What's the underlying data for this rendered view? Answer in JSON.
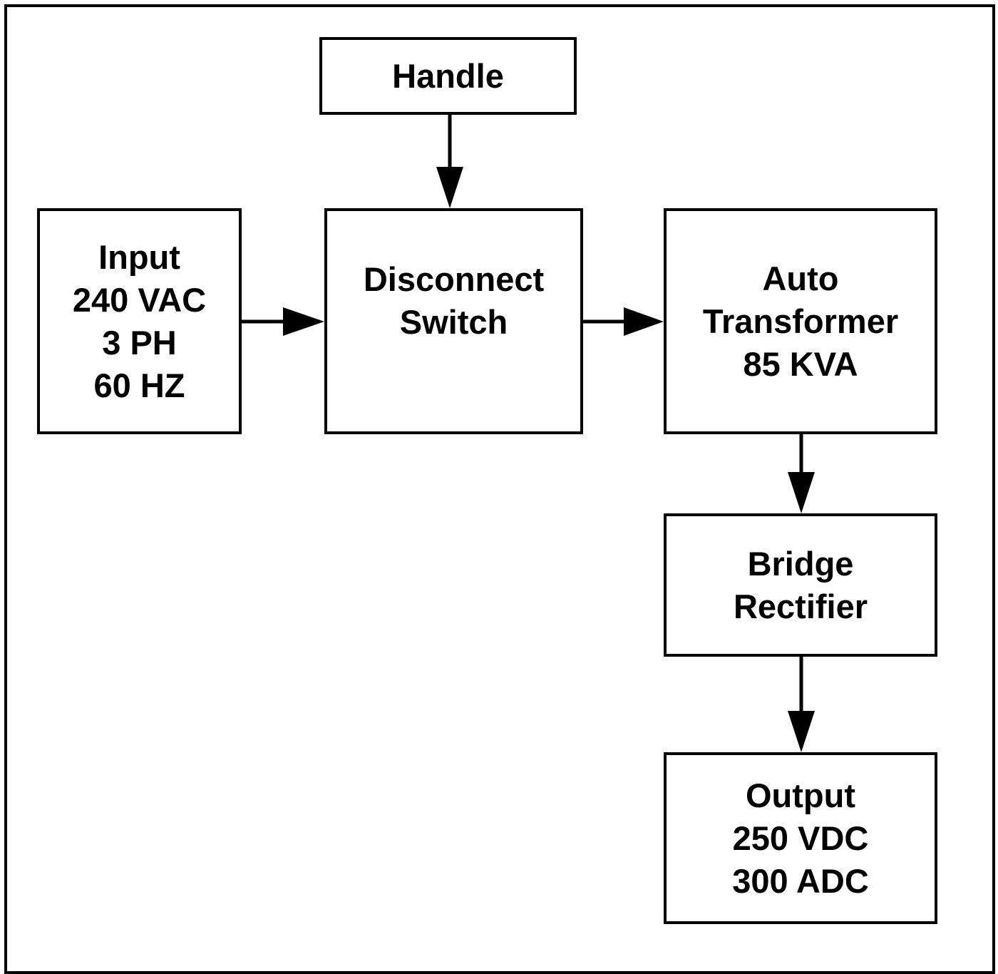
{
  "blocks": {
    "handle": {
      "lines": [
        "Handle"
      ]
    },
    "input": {
      "lines": [
        "Input",
        "240 VAC",
        "3 PH",
        "60 HZ"
      ]
    },
    "disconnect": {
      "lines": [
        "Disconnect",
        "Switch"
      ]
    },
    "auto_transformer": {
      "lines": [
        "Auto",
        "Transformer",
        "85 KVA"
      ]
    },
    "bridge_rectifier": {
      "lines": [
        "Bridge",
        "Rectifier"
      ]
    },
    "output": {
      "lines": [
        "Output",
        "250 VDC",
        "300 ADC"
      ]
    }
  },
  "connections": [
    {
      "from": "handle",
      "to": "disconnect"
    },
    {
      "from": "input",
      "to": "disconnect"
    },
    {
      "from": "disconnect",
      "to": "auto_transformer"
    },
    {
      "from": "auto_transformer",
      "to": "bridge_rectifier"
    },
    {
      "from": "bridge_rectifier",
      "to": "output"
    }
  ],
  "colors": {
    "stroke": "#000000",
    "background": "#ffffff"
  }
}
